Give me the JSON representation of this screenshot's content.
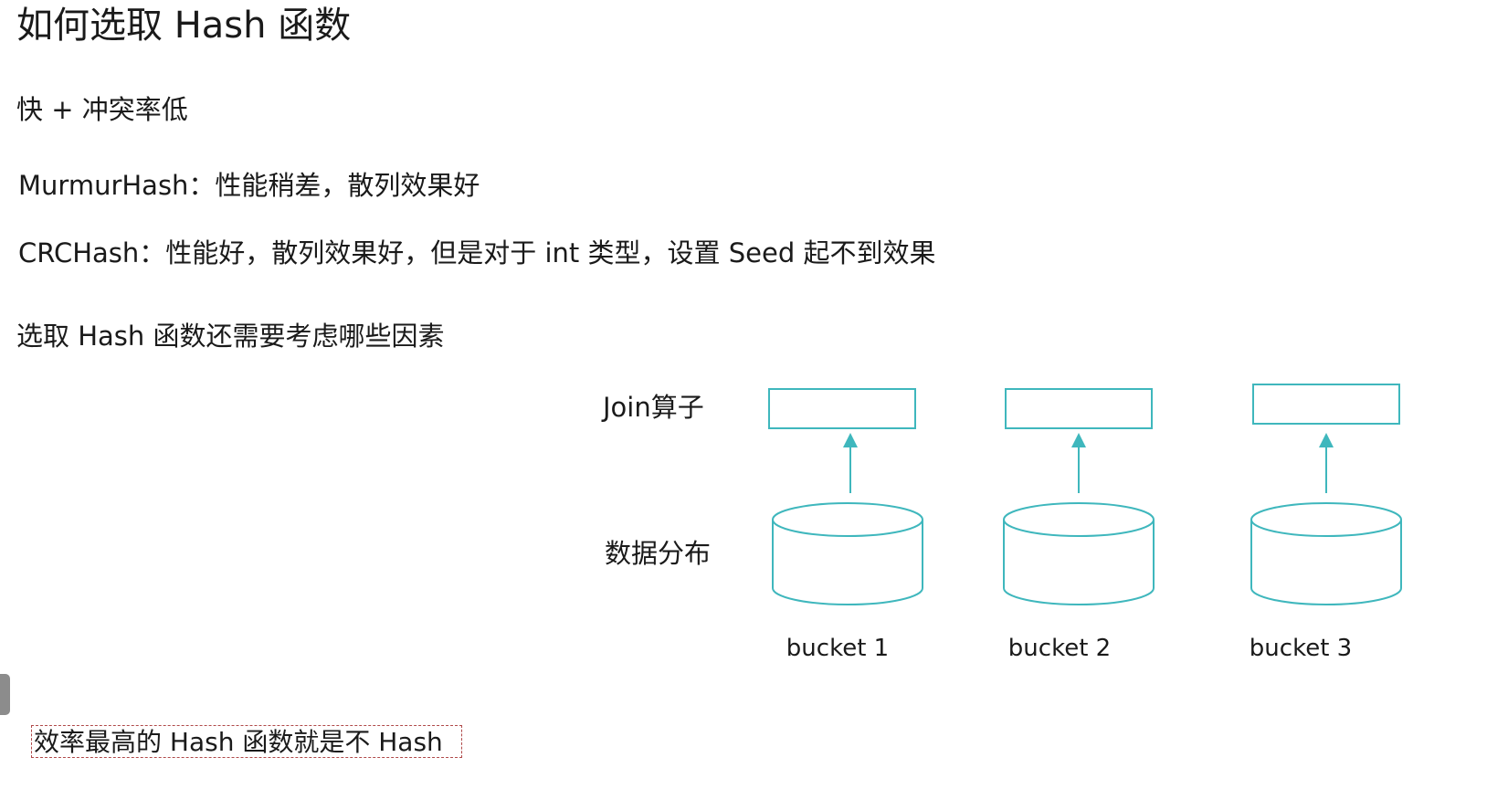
{
  "title": "如何选取 Hash 函数",
  "lines": [
    "快 + 冲突率低",
    "MurmurHash：性能稍差，散列效果好",
    "CRCHash：性能好，散列效果好，但是对于 int 类型，设置 Seed 起不到效果",
    "选取 Hash 函数还需要考虑哪些因素"
  ],
  "diagram": {
    "operator_label": "Join算子",
    "distribution_label": "数据分布",
    "buckets": [
      "bucket 1",
      "bucket 2",
      "bucket 3"
    ],
    "accent_color": "#3fb7bd"
  },
  "footer_note": "效率最高的 Hash 函数就是不 Hash"
}
